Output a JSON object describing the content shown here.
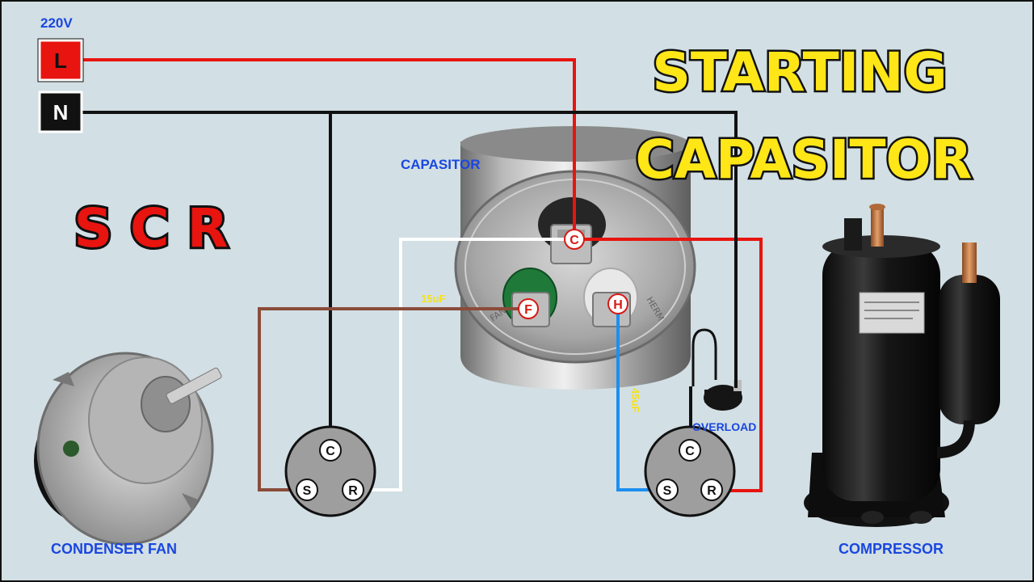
{
  "title": {
    "line1": "STARTING",
    "line2": "CAPASITOR"
  },
  "logo": "SCR",
  "supply": {
    "voltage": "220V",
    "live": "L",
    "neutral": "N"
  },
  "capacitor": {
    "label": "CAPASITOR",
    "terminals": {
      "common": "C",
      "fan": "F",
      "herm": "H"
    },
    "fan_rating": "15uF",
    "herm_rating": "45uF"
  },
  "overload": {
    "label": "OVERLOAD"
  },
  "fan_block": {
    "c": "C",
    "s": "S",
    "r": "R"
  },
  "compressor_block": {
    "c": "C",
    "s": "S",
    "r": "R"
  },
  "components": {
    "fan": "CONDENSER FAN",
    "compressor": "COMPRESSOR"
  },
  "colors": {
    "background": "#d2dfe4",
    "live_wire": "#e8140f",
    "neutral_wire": "#111111",
    "white_wire": "#ffffff",
    "brown_wire": "#8a4c3a",
    "blue_wire": "#1d8ff0",
    "label_blue": "#1a47e0",
    "title_yellow": "#ffe617"
  }
}
